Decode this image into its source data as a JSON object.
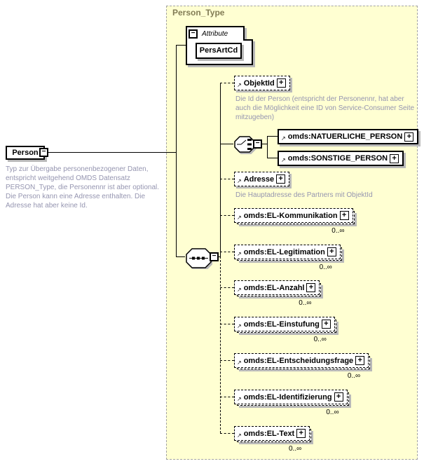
{
  "diagram": {
    "colors": {
      "container_bg": "#FFFFD2",
      "container_border": "#A3A3A3",
      "container_title": "#827C55",
      "annotation_text": "#9595B0",
      "shadow": "#B9B9B9",
      "line": "#000000"
    },
    "icons": {
      "collapse": "−",
      "expand": "+",
      "reference": "↗"
    },
    "root_element": {
      "label": "Person",
      "doc": "Typ zur Übergabe personenbezogener Daten, entspricht weitgehend OMDS Datensatz PERSON_Type, die Personennr ist aber optional. Die Person kann eine Adresse enthalten. Die Adresse hat aber keine Id."
    },
    "container": {
      "title": "Person_Type"
    },
    "attributes_section": {
      "label": "Attribute",
      "items": [
        {
          "name": "PersArtCd"
        }
      ]
    },
    "children": [
      {
        "name": "ObjektId",
        "doc": "Die Id der Person (entspricht der Personennr, hat aber auch die Möglichkeit eine ID von Service-Consumer Seite mitzugeben)"
      },
      {
        "name": "omds:NATUERLICHE_PERSON"
      },
      {
        "name": "omds:SONSTIGE_PERSON"
      },
      {
        "name": "Adresse",
        "doc": "Die Hauptadresse des Partners mit ObjektId"
      },
      {
        "name": "omds:EL-Kommunikation",
        "occurs": "0..∞"
      },
      {
        "name": "omds:EL-Legitimation",
        "occurs": "0..∞"
      },
      {
        "name": "omds:EL-Anzahl",
        "occurs": "0..∞"
      },
      {
        "name": "omds:EL-Einstufung",
        "occurs": "0..∞"
      },
      {
        "name": "omds:EL-Entscheidungsfrage",
        "occurs": "0..∞"
      },
      {
        "name": "omds:EL-Identifizierung",
        "occurs": "0..∞"
      },
      {
        "name": "omds:EL-Text",
        "occurs": "0..∞"
      }
    ]
  }
}
